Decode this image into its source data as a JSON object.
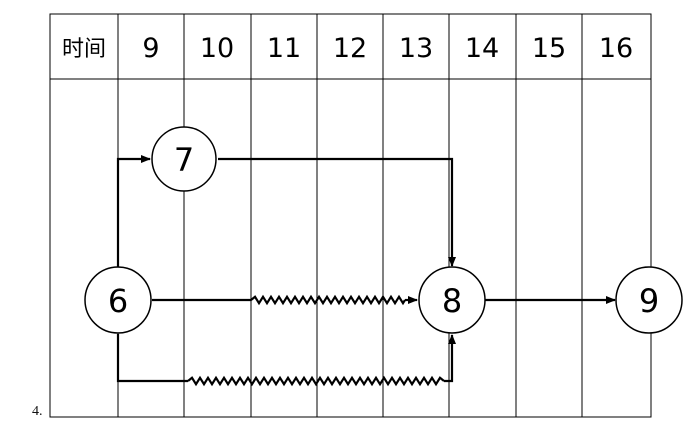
{
  "problem_number": "4.",
  "header": {
    "first_label": "时间",
    "columns": [
      "9",
      "10",
      "11",
      "12",
      "13",
      "14",
      "15",
      "16"
    ]
  },
  "nodes": [
    {
      "id": "node-7",
      "label": "7",
      "time": 10
    },
    {
      "id": "node-6",
      "label": "6",
      "time": 9
    },
    {
      "id": "node-8",
      "label": "8",
      "time": 14
    },
    {
      "id": "node-9",
      "label": "9",
      "time": 16
    }
  ],
  "edges": [
    {
      "from": "6",
      "to": "7",
      "kind": "solid",
      "route": "up-right"
    },
    {
      "from": "7",
      "to": "8",
      "kind": "solid",
      "route": "right-down"
    },
    {
      "from": "6",
      "to": "8",
      "kind": "wavy-middle",
      "route": "straight"
    },
    {
      "from": "6",
      "to": "8",
      "kind": "wavy",
      "route": "down-right-up"
    },
    {
      "from": "8",
      "to": "9",
      "kind": "solid",
      "route": "straight"
    }
  ],
  "colors": {
    "line": "#000000",
    "background": "#ffffff"
  }
}
